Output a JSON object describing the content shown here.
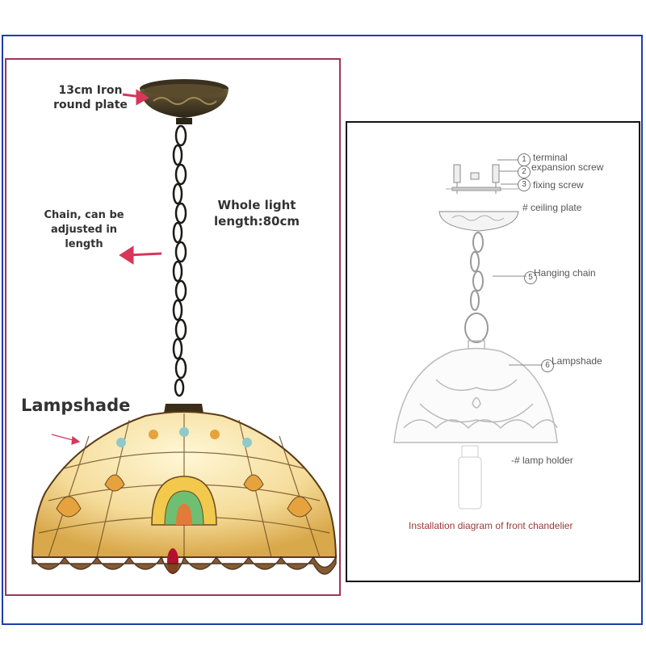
{
  "product": {
    "plate_label_line1": "13cm Iron",
    "plate_label_line2": "round plate",
    "chain_label_line1": "Chain, can be",
    "chain_label_line2": "adjusted in length",
    "length_label_line1": "Whole light",
    "length_label_line2": "length:80cm",
    "lampshade_label": "Lampshade"
  },
  "diagram": {
    "part_1": "terminal",
    "part_2": "expansion screw",
    "part_3": "fixing screw",
    "part_4": "# ceiling plate",
    "part_5": "Hanging chain",
    "part_6": "Lampshade",
    "part_7": "-# lamp holder",
    "num_1": "1",
    "num_2": "2",
    "num_3": "3",
    "num_5": "5",
    "num_6": "6",
    "caption": "Installation diagram of front chandelier"
  },
  "colors": {
    "frame_blue": "#1f3da8",
    "left_border": "#a0335a",
    "arrow_red": "#d8365a",
    "caption_red": "#9b3a3a"
  }
}
